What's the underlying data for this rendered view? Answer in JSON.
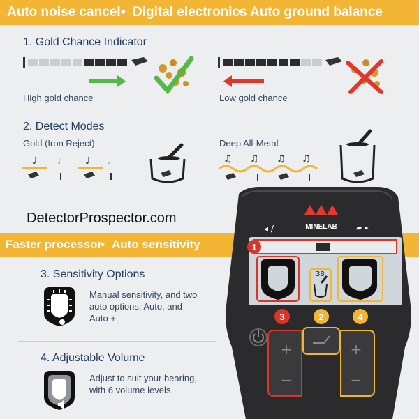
{
  "banner_top": {
    "item1": "Auto noise cancel",
    "item2": "Digital electronics",
    "item3": "Auto ground balance",
    "sep": "•"
  },
  "section1": {
    "title": "1. Gold Chance Indicator",
    "high_label": "High gold chance",
    "low_label": "Low gold chance"
  },
  "section2": {
    "title": "2. Detect Modes",
    "gold_mode": "Gold (Iron Reject)",
    "deep_mode": "Deep All-Metal"
  },
  "watermark": "DetectorProspector.com",
  "banner_mid": {
    "item1": "Faster processor",
    "item2": "Auto sensitivity",
    "sep": "•"
  },
  "section3": {
    "title": "3. Sensitivity Options",
    "desc1": "Manual sensitivity, and two",
    "desc2": "auto options; Auto, and",
    "desc3": "Auto +."
  },
  "section4": {
    "title": "4. Adjustable Volume",
    "desc1": "Adjust to suit your hearing,",
    "desc2": "with 6 volume levels."
  },
  "device": {
    "brand": "MINELAB",
    "callouts": [
      "1",
      "3",
      "2",
      "4"
    ]
  },
  "colors": {
    "banner": "#f2b634",
    "heading": "#1f3a5a",
    "device_body": "#2b2b2d",
    "screen": "#cfd6dc",
    "callout_red": "#d9362b",
    "callout_yellow": "#f2b634",
    "arrow_green": "#55b946",
    "arrow_red": "#e2362a"
  }
}
